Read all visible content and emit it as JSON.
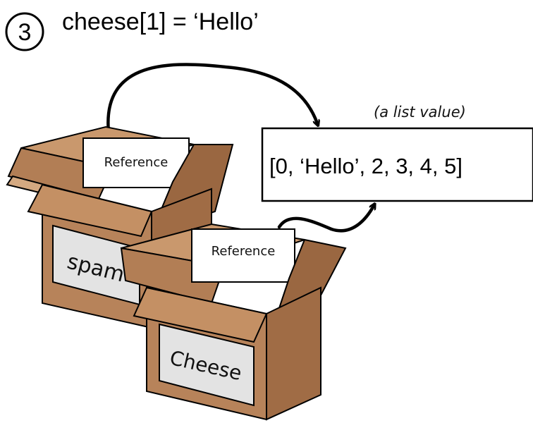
{
  "header": {
    "step_number": "3",
    "code": "cheese[1] = ‘Hello’"
  },
  "list_box": {
    "caption": "(a list value)",
    "value": "[0, ‘Hello’, 2, 3, 4, 5]"
  },
  "boxes": {
    "spam": {
      "card": "Reference",
      "label": "spam"
    },
    "cheese": {
      "card": "Reference",
      "label": "Cheese"
    }
  },
  "colors": {
    "box_front": "#b7835a",
    "box_side": "#a06c45",
    "flap_light": "#d4a981",
    "flap_dark": "#8e5d38",
    "label_fill": "#e3e3e3",
    "outline": "#000000"
  }
}
